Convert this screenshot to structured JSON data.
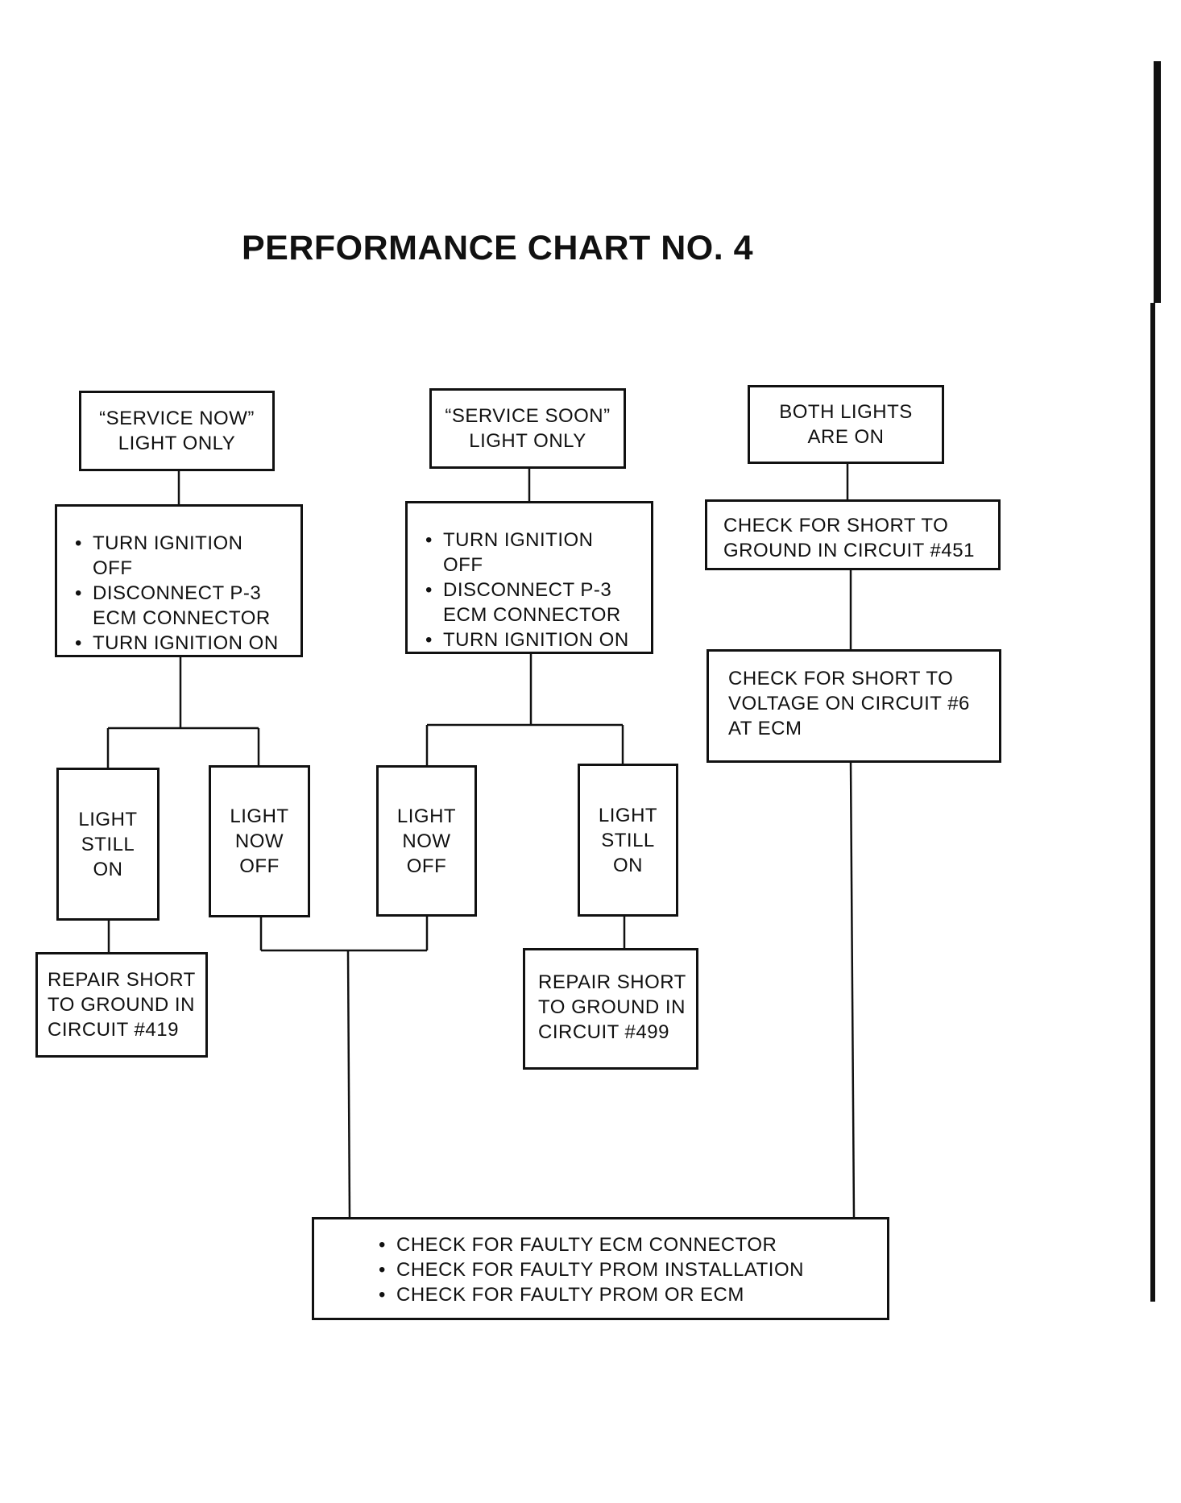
{
  "title": "PERFORMANCE CHART NO. 4",
  "nodes": {
    "service_now": {
      "lines": [
        "“SERVICE NOW”",
        "LIGHT ONLY"
      ]
    },
    "service_soon": {
      "lines": [
        "“SERVICE SOON”",
        "LIGHT ONLY"
      ]
    },
    "both_lights": {
      "lines": [
        "BOTH LIGHTS",
        "ARE ON"
      ]
    },
    "steps_left": {
      "items": [
        "TURN IGNITION OFF",
        "DISCONNECT P-3",
        "ECM CONNECTOR",
        "TURN IGNITION ON"
      ]
    },
    "steps_mid": {
      "items": [
        "TURN IGNITION OFF",
        "DISCONNECT P-3",
        "ECM CONNECTOR",
        "TURN IGNITION ON"
      ]
    },
    "check_451": {
      "lines": [
        "CHECK FOR SHORT TO",
        "GROUND IN CIRCUIT #451"
      ]
    },
    "check_6": {
      "lines": [
        "CHECK FOR SHORT TO",
        "VOLTAGE ON CIRCUIT #6",
        "AT ECM"
      ]
    },
    "still_on_left": {
      "lines": [
        "LIGHT",
        "STILL",
        "ON"
      ]
    },
    "now_off_left": {
      "lines": [
        "LIGHT",
        "NOW",
        "OFF"
      ]
    },
    "now_off_mid": {
      "lines": [
        "LIGHT",
        "NOW",
        "OFF"
      ]
    },
    "still_on_right": {
      "lines": [
        "LIGHT",
        "STILL",
        "ON"
      ]
    },
    "repair_419": {
      "lines": [
        "REPAIR SHORT",
        "TO GROUND IN",
        "CIRCUIT #419"
      ]
    },
    "repair_499": {
      "lines": [
        "REPAIR SHORT",
        "TO GROUND IN",
        "CIRCUIT #499"
      ]
    },
    "final_checks": {
      "items": [
        "CHECK FOR FAULTY ECM CONNECTOR",
        "CHECK FOR FAULTY PROM INSTALLATION",
        "CHECK FOR FAULTY PROM OR ECM"
      ]
    }
  }
}
